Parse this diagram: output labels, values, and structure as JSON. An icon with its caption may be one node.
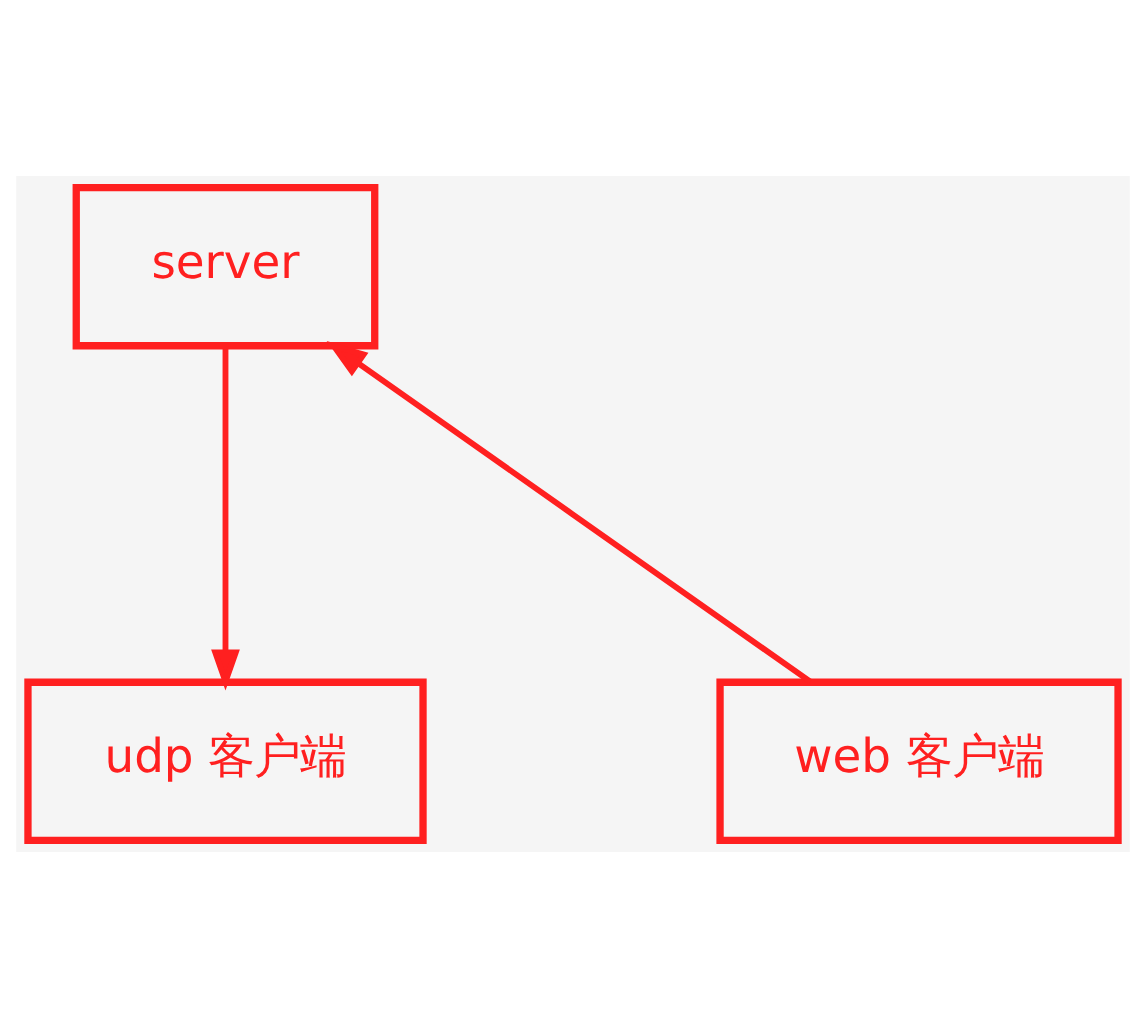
{
  "diagram": {
    "nodes": [
      {
        "text": [
          "server"
        ]
      },
      {
        "text": [
          "udp 客户端"
        ]
      },
      {
        "text": [
          "web 客户端"
        ]
      }
    ],
    "edges": [
      {
        "from": 0,
        "to": 1,
        "arrow": "to"
      },
      {
        "from": 2,
        "to": 0,
        "arrow": "to"
      }
    ]
  }
}
